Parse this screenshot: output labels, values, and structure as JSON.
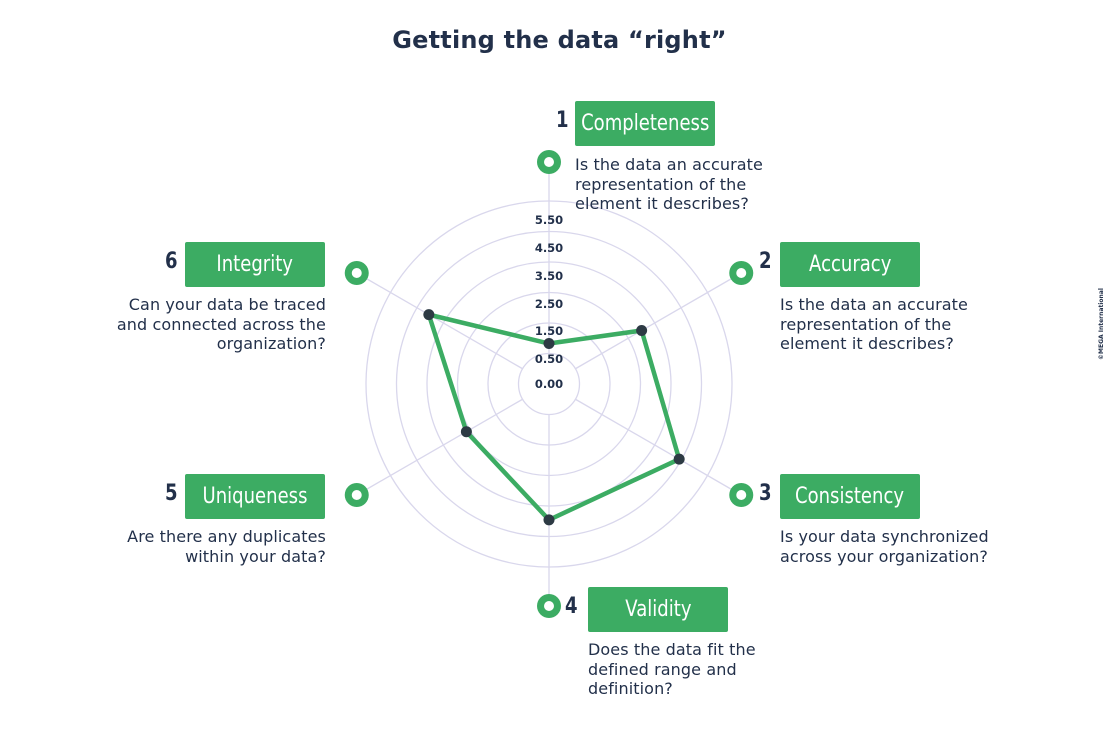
{
  "title": "Getting the data “right”",
  "credit": "©MEGA International",
  "colors": {
    "accent_green": "#3cac63",
    "dark_navy": "#22304a",
    "grid_lavender": "#d9d7ec",
    "marker_dark": "#2d3a44"
  },
  "dimensions": [
    {
      "number": "1",
      "label": "Completeness",
      "description": [
        "Is the data an accurate",
        "representation of the",
        "element it describes?"
      ]
    },
    {
      "number": "2",
      "label": "Accuracy",
      "description": [
        "Is the data an accurate",
        "representation of the",
        "element it describes?"
      ]
    },
    {
      "number": "3",
      "label": "Consistency",
      "description": [
        "Is your data synchronized",
        "across your organization?"
      ]
    },
    {
      "number": "4",
      "label": "Validity",
      "description": [
        "Does the data fit the",
        "defined range and",
        "definition?"
      ]
    },
    {
      "number": "5",
      "label": "Uniqueness",
      "description": [
        "Are there any duplicates",
        "within your data?"
      ]
    },
    {
      "number": "6",
      "label": "Integrity",
      "description": [
        "Can your data be traced",
        "and connected across the",
        "organization?"
      ]
    }
  ],
  "chart_data": {
    "type": "radar",
    "categories": [
      "Completeness",
      "Accuracy",
      "Consistency",
      "Validity",
      "Uniqueness",
      "Integrity"
    ],
    "values": [
      1.4,
      3.7,
      5.2,
      4.7,
      3.3,
      4.8
    ],
    "tick_labels": [
      "0.00",
      "0.50",
      "1.50",
      "2.50",
      "3.50",
      "4.50",
      "5.50"
    ],
    "rlim": [
      0,
      6.4
    ],
    "grid": true
  }
}
